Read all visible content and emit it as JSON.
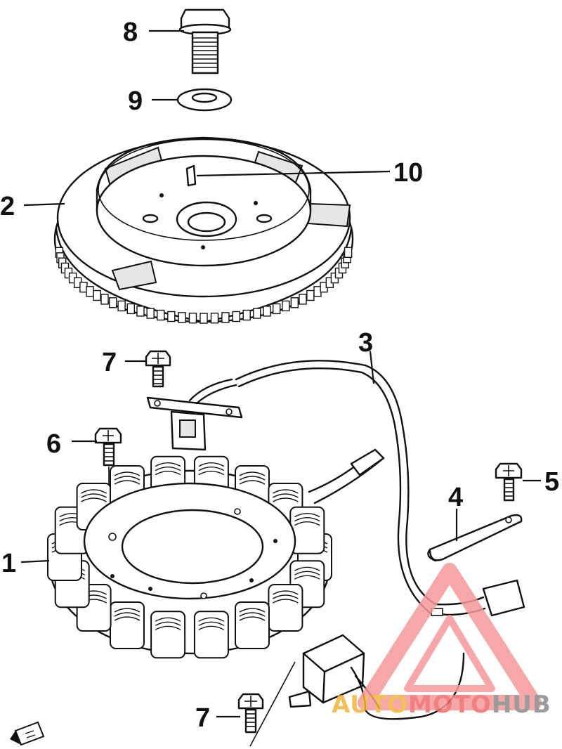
{
  "callouts": {
    "c1": "1",
    "c2": "2",
    "c3": "3",
    "c4": "4",
    "c5": "5",
    "c6": "6",
    "c7a": "7",
    "c7b": "7",
    "c8": "8",
    "c9": "9",
    "c10": "10"
  },
  "watermark": {
    "part1": "AUTO",
    "part2": "MOTO",
    "part3": "HUB",
    "colors": {
      "auto": "#f0b43c",
      "moto": "#f26b6b",
      "hub": "#8a8a8a",
      "triangle": "#f59a9a"
    }
  },
  "icons": {
    "front_arrow": "front-direction-icon"
  }
}
